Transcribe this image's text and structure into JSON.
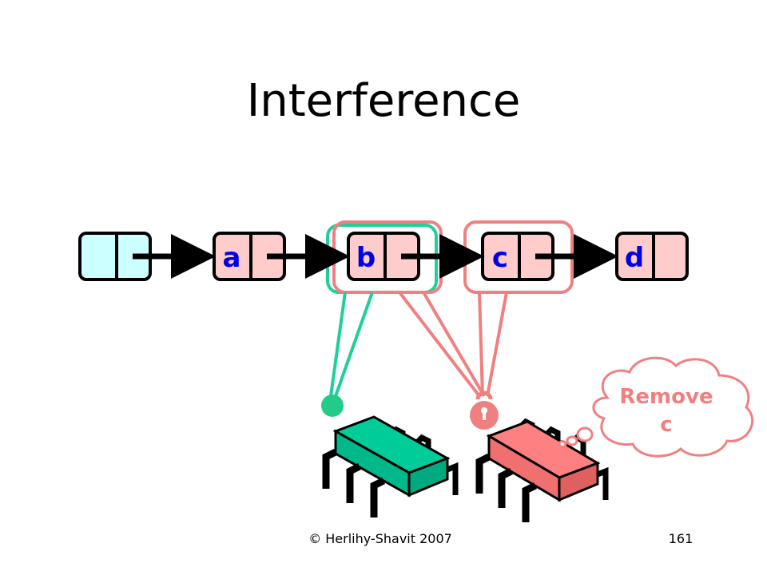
{
  "slide": {
    "title": "Interference",
    "footer_left": "© Herlihy-Shavit 2007",
    "page_number": "161"
  },
  "list": {
    "nodes": [
      {
        "label": "",
        "role": "head-sentinel",
        "fill": "#ccffff"
      },
      {
        "label": "a",
        "fill": "#ffcccc"
      },
      {
        "label": "b",
        "fill": "#ffcccc"
      },
      {
        "label": "c",
        "fill": "#ffcccc"
      },
      {
        "label": "d",
        "fill": "#ffcccc"
      }
    ]
  },
  "threads": {
    "green": {
      "color": "#00cc99"
    },
    "red": {
      "color": "#ff8080"
    }
  },
  "thought": {
    "line1": "Remove",
    "line2": "c"
  },
  "colors": {
    "green_lock": "#22cc88",
    "red_lock": "#f08080",
    "arrow": "#000000",
    "node_label": "#0000e6"
  }
}
